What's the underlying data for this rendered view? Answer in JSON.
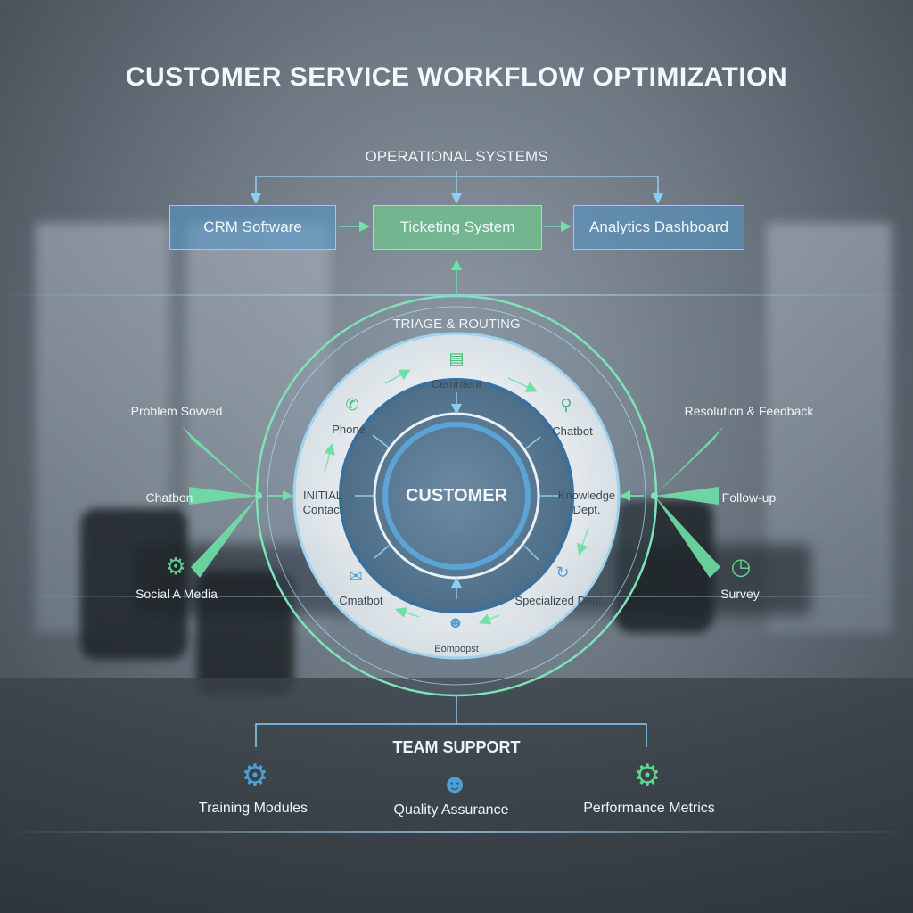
{
  "title": "CUSTOMER SERVICE WORKFLOW OPTIMIZATION",
  "operational": {
    "heading": "OPERATIONAL SYSTEMS",
    "systems": [
      "CRM Software",
      "Ticketing System",
      "Analytics Dashboard"
    ]
  },
  "cycle": {
    "ring_label": "TRIAGE & ROUTING",
    "center": "CUSTOMER",
    "nodes": {
      "top": "Cemntent",
      "top_right": "Chatbot",
      "right": "Knowledge\nDept.",
      "bottom_right": "Specialized Dept.",
      "bottom": "Eompopst",
      "bottom_left": "Cmatbot",
      "left": "INITIAL\nContact",
      "top_left": "Phone"
    }
  },
  "left_channels": [
    "Problem Sovved",
    "Chatbon",
    "Social A Media"
  ],
  "right_outcomes": [
    "Resolution & Feedback",
    "Follow-up",
    "Survey"
  ],
  "team": {
    "heading": "TEAM SUPPORT",
    "items": [
      "Training Modules",
      "Quality Assurance",
      "Performance Metrics"
    ]
  },
  "colors": {
    "accent_green": "#6fe0a8",
    "accent_blue": "#4d9fd6",
    "ring_light": "#e9eef1"
  },
  "icons": {
    "top": "document-icon",
    "top_right": "search-icon",
    "right": "lightbulb-icon",
    "bottom_right": "refresh-icon",
    "bottom": "people-icon",
    "bottom_left": "envelope-icon",
    "top_left": "phone-icon",
    "social": "gear-icon",
    "survey": "clock-icon",
    "training": "gear-icon",
    "quality": "users-icon",
    "performance": "team-gear-icon"
  }
}
